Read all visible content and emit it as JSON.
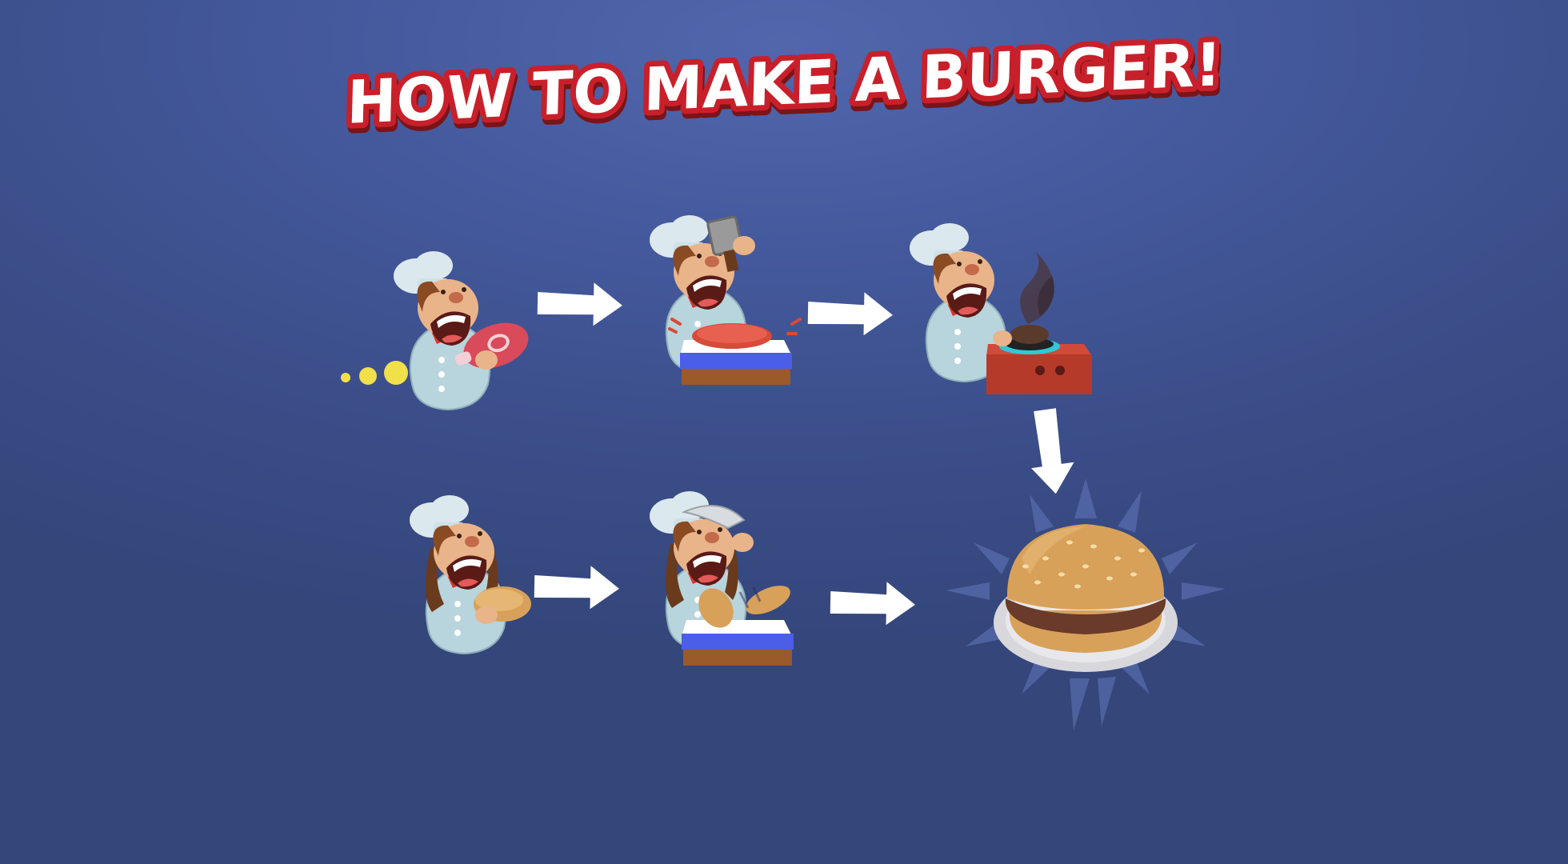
{
  "title": "HOW TO MAKE A BURGER!",
  "colors": {
    "background": "#4a5ea3",
    "title_fill": "#ffffff",
    "title_outline": "#c8202a",
    "chef_coat": "#b8d4dc",
    "scarf": "#d9352a",
    "meat": "#d94a5a",
    "bun": "#d8a15a",
    "patty": "#6a3a2a",
    "stove": "#b63a2a",
    "board_blue": "#4a5ee8",
    "board_wood": "#9a5a2a"
  },
  "steps": [
    {
      "id": "grab-meat",
      "icon": "chef-holding-meat-icon"
    },
    {
      "id": "pound-meat",
      "icon": "chef-hammering-patty-icon"
    },
    {
      "id": "cook-patty",
      "icon": "chef-cooking-on-stove-icon"
    },
    {
      "id": "grab-bun",
      "icon": "chef-holding-bun-icon"
    },
    {
      "id": "slice-bun",
      "icon": "chef-slicing-bun-icon"
    },
    {
      "id": "finished-burger",
      "icon": "burger-on-plate-icon"
    }
  ],
  "arrows": [
    "step1-to-step2",
    "step2-to-step3",
    "step3-to-burger",
    "step4-to-step5",
    "step5-to-burger"
  ]
}
